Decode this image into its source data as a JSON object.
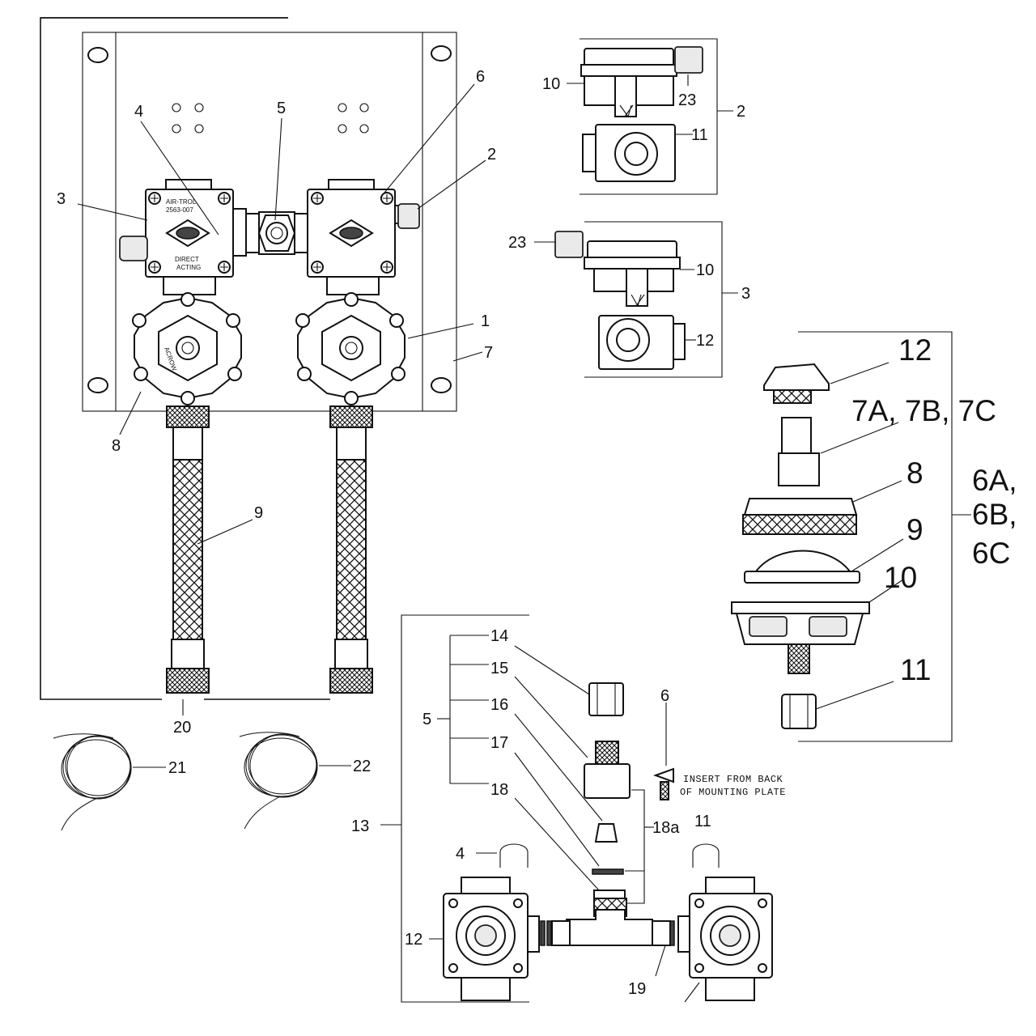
{
  "main_assembly": {
    "callouts": [
      "1",
      "2",
      "3",
      "4",
      "5",
      "6",
      "7",
      "8",
      "9"
    ],
    "valve_markings": {
      "brand": "AIR-TROL",
      "part_number": "2563-007",
      "mode_line1": "DIRECT",
      "mode_line2": "ACTING",
      "gauge_text": "ACROW"
    }
  },
  "accessories": {
    "hose_reel_label": "20",
    "coil_left_label": "21",
    "coil_right_label": "22"
  },
  "detail_2": {
    "bracket_label": "2",
    "parts": [
      "10",
      "23",
      "11"
    ]
  },
  "detail_3": {
    "bracket_label": "3",
    "parts": [
      "23",
      "10",
      "12"
    ]
  },
  "detail_6": {
    "bracket_label": [
      "6A,",
      "6B,",
      "6C"
    ],
    "parts": [
      "12",
      "7A, 7B, 7C",
      "8",
      "9",
      "10",
      "11"
    ]
  },
  "detail_13": {
    "bracket_label": "13",
    "group_label": "5",
    "group_parts": [
      "14",
      "15",
      "16",
      "17",
      "18"
    ],
    "screw_label": "6",
    "note_line1": "INSERT FROM BACK",
    "note_line2": "OF MOUNTING PLATE",
    "sub_bracket_label": "18a",
    "clip_left_label": "4",
    "clip_right_label": "11",
    "body_left_label": "12",
    "oring_label": "19"
  }
}
